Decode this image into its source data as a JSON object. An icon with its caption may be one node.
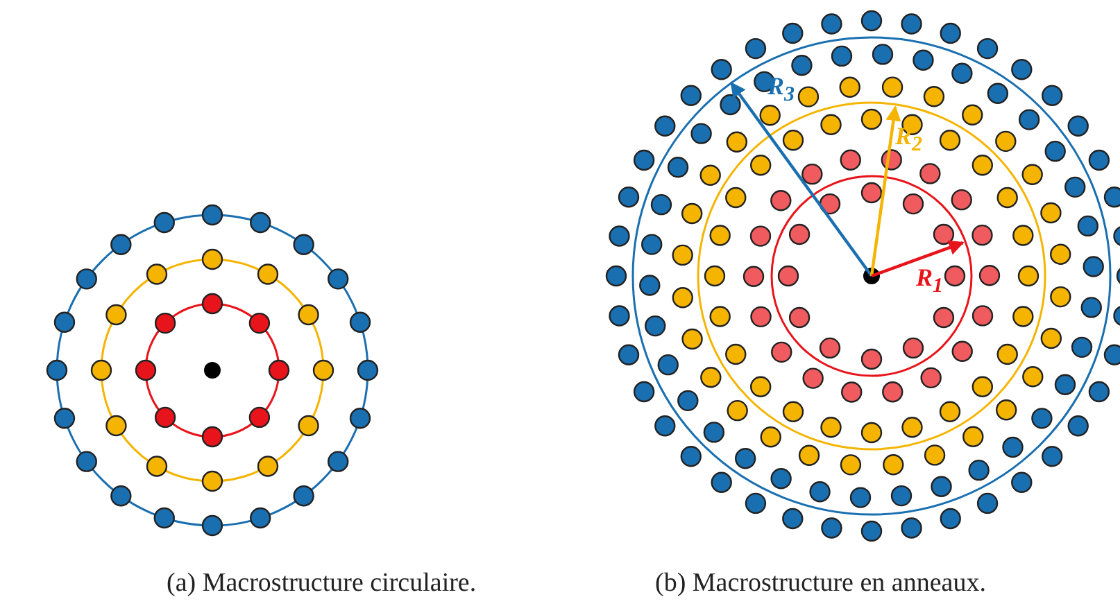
{
  "diagram": {
    "labels": [
      "R$_{3}$",
      "R$_{2}$",
      "R$_{1}$",
      "(a) Macrostructure circulaire.",
      "(b) Macrostructure en anneaux."
    ]
  }
}
